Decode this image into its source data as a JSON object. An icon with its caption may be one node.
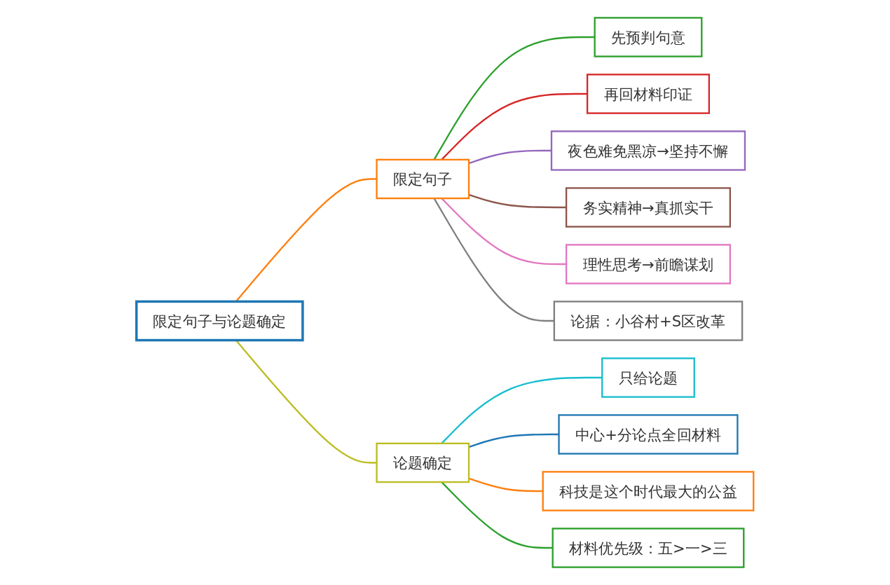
{
  "diagram": {
    "nodes": [
      {
        "text": [
          "限定句子与论题确定"
        ]
      },
      {
        "text": [
          "限定句子"
        ]
      },
      {
        "text": [
          "先预判句意"
        ]
      },
      {
        "text": [
          "再回材料印证"
        ]
      },
      {
        "text": [
          "夜色难免黑凉→坚持不懈"
        ]
      },
      {
        "text": [
          "务实精神→真抓实干"
        ]
      },
      {
        "text": [
          "理性思考→前瞻谋划"
        ]
      },
      {
        "text": [
          "论据：小谷村+S区改革"
        ]
      },
      {
        "text": [
          "论题确定"
        ]
      },
      {
        "text": [
          "只给论题"
        ]
      },
      {
        "text": [
          "中心+分论点全回材料"
        ]
      },
      {
        "text": [
          "科技是这个时代最大的公益"
        ]
      },
      {
        "text": [
          "材料优先级：五>一>三"
        ]
      }
    ],
    "edges": [
      {
        "from": 0,
        "to": 1,
        "arrow": "none",
        "color": "#ff7f0e"
      },
      {
        "from": 1,
        "to": 2,
        "arrow": "none",
        "color": "#2ca02c"
      },
      {
        "from": 1,
        "to": 3,
        "arrow": "none",
        "color": "#d62728"
      },
      {
        "from": 1,
        "to": 4,
        "arrow": "none",
        "color": "#9467bd"
      },
      {
        "from": 1,
        "to": 5,
        "arrow": "none",
        "color": "#8c564b"
      },
      {
        "from": 1,
        "to": 6,
        "arrow": "none",
        "color": "#e377c2"
      },
      {
        "from": 1,
        "to": 7,
        "arrow": "none",
        "color": "#7f7f7f"
      },
      {
        "from": 0,
        "to": 8,
        "arrow": "none",
        "color": "#bcbd22"
      },
      {
        "from": 8,
        "to": 9,
        "arrow": "none",
        "color": "#17becf"
      },
      {
        "from": 8,
        "to": 10,
        "arrow": "none",
        "color": "#1f77b4"
      },
      {
        "from": 8,
        "to": 11,
        "arrow": "none",
        "color": "#ff7f0e"
      },
      {
        "from": 8,
        "to": 12,
        "arrow": "none",
        "color": "#2ca02c"
      }
    ]
  }
}
